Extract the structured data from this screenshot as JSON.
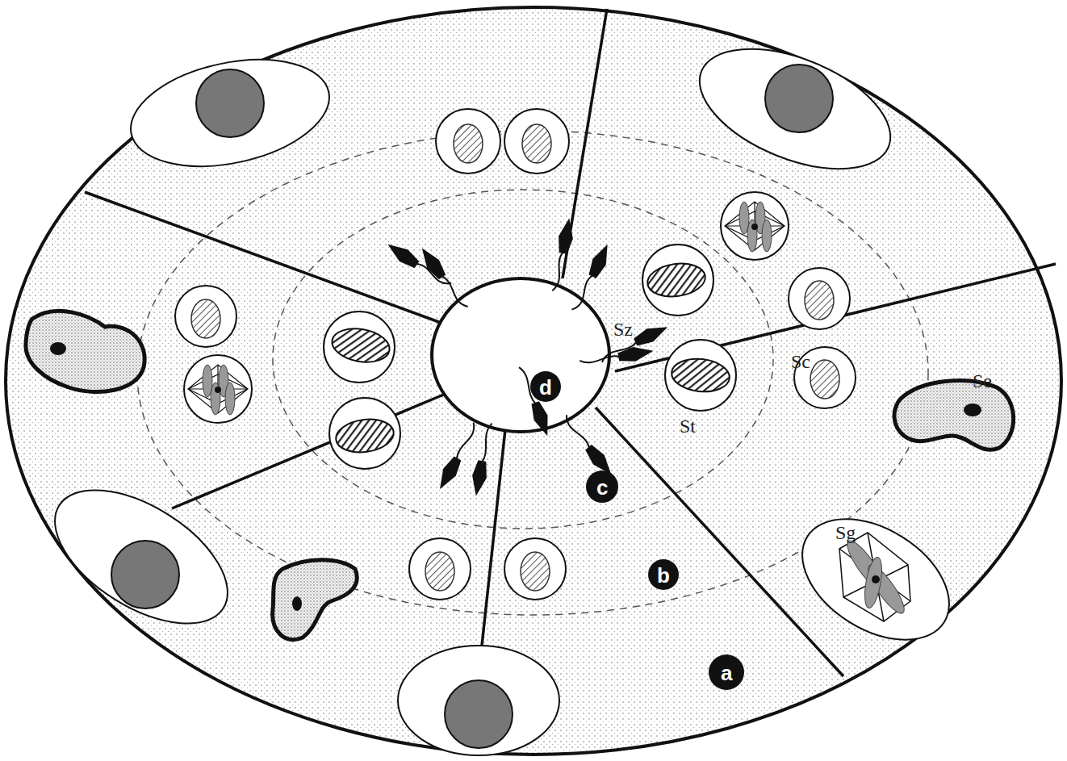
{
  "diagram": {
    "labels": [
      "Sz",
      "Sc",
      "Se",
      "St",
      "Sg",
      "a",
      "b",
      "c",
      "d"
    ]
  }
}
